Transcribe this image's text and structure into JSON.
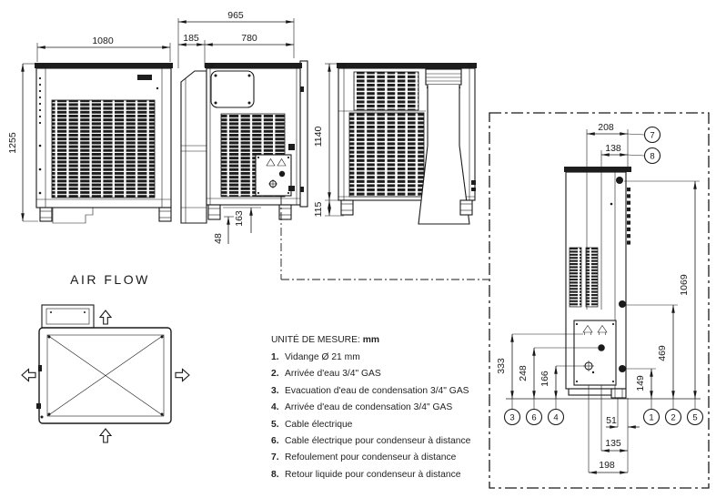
{
  "airflow": {
    "title": "AIR FLOW"
  },
  "dims": {
    "front": {
      "width": "1080",
      "height": "1255"
    },
    "side": {
      "total": "965",
      "duct": "185",
      "body": "780",
      "drain_h": "163",
      "drain_x": "48"
    },
    "rear": {
      "height": "1140",
      "base": "115"
    },
    "detail": {
      "d208": "208",
      "d138": "138",
      "d1069": "1069",
      "d469": "469",
      "d149": "149",
      "d333": "333",
      "d248": "248",
      "d166": "166",
      "d51": "51",
      "d135": "135",
      "d198": "198"
    }
  },
  "callouts": {
    "c1": "1",
    "c2": "2",
    "c3": "3",
    "c4": "4",
    "c5": "5",
    "c6": "6",
    "c7": "7",
    "c8": "8"
  },
  "legend": {
    "heading": "UNITÉ DE MESURE:",
    "unit": "mm",
    "items": [
      {
        "num": "1.",
        "text": "Vidange Ø 21 mm"
      },
      {
        "num": "2.",
        "text": "Arrivée d'eau 3/4\" GAS"
      },
      {
        "num": "3.",
        "text": "Evacuation d'eau de condensation 3/4\" GAS"
      },
      {
        "num": "4.",
        "text": "Arrivée d'eau de condensation 3/4\" GAS"
      },
      {
        "num": "5.",
        "text": "Cable électrique"
      },
      {
        "num": "6.",
        "text": "Cable électrique pour condenseur à distance"
      },
      {
        "num": "7.",
        "text": "Refoulement pour condenseur à distance"
      },
      {
        "num": "8.",
        "text": "Retour liquide pour condenseur à distance"
      }
    ]
  },
  "colors": {
    "ink": "#1a1a1a",
    "slat": "#1d1d1d",
    "cap": "#2f2f2f"
  }
}
